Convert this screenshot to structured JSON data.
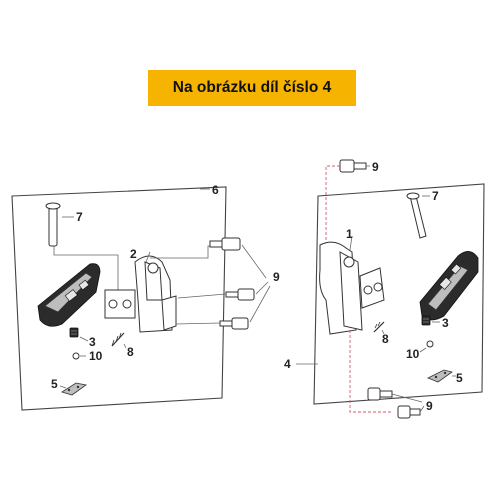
{
  "banner": {
    "text": "Na obrázku díl číslo 4",
    "color": "#f6b400"
  },
  "callouts": {
    "left": {
      "frame": "6",
      "hinge": "2",
      "pin": "7",
      "bolt": "9",
      "pad_block": "3",
      "spring": "8",
      "washer": "10",
      "cover": "5"
    },
    "right": {
      "frame": "4",
      "hinge": "1",
      "pin": "7",
      "bolt_top": "9",
      "bolt_bottom": "9",
      "pad_block": "3",
      "spring": "8",
      "washer": "10",
      "cover": "5"
    }
  }
}
